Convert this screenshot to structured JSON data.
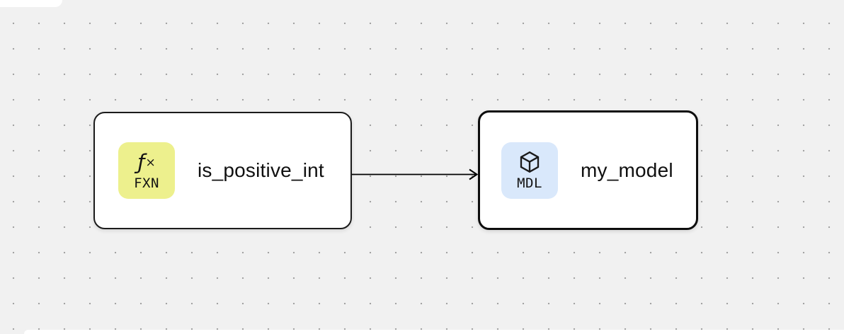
{
  "canvas": {
    "background_color": "#f1f1f1",
    "dot_color": "#a3a3a3"
  },
  "nodes": [
    {
      "id": "is_positive_int",
      "type": "function",
      "label": "is_positive_int",
      "selected": false,
      "badge": {
        "icon": "function-icon",
        "glyph_f": "ƒ",
        "glyph_x": "×",
        "tag": "FXN",
        "color": "#edf08d"
      }
    },
    {
      "id": "my_model",
      "type": "model",
      "label": "my_model",
      "selected": true,
      "badge": {
        "icon": "cube-icon",
        "tag": "MDL",
        "color": "#d9e8fb"
      }
    }
  ],
  "edges": [
    {
      "source": "is_positive_int",
      "target": "my_model"
    }
  ]
}
